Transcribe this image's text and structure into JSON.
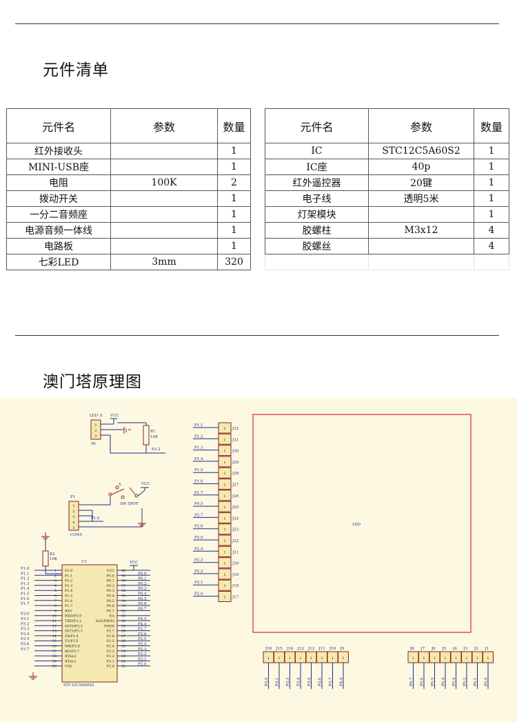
{
  "section1": {
    "title": "元件清单"
  },
  "section2": {
    "title": "澳门塔原理图"
  },
  "table_left": {
    "headers": [
      "元件名",
      "参数",
      "数量"
    ],
    "rows": [
      [
        "红外接收头",
        "",
        "1"
      ],
      [
        "MINI-USB座",
        "",
        "1"
      ],
      [
        "电阻",
        "100K",
        "2"
      ],
      [
        "拨动开关",
        "",
        "1"
      ],
      [
        "一分二音频座",
        "",
        "1"
      ],
      [
        "电源音频一体线",
        "",
        "1"
      ],
      [
        "电路板",
        "",
        "1"
      ],
      [
        "七彩LED",
        "3mm",
        "320"
      ]
    ]
  },
  "table_right": {
    "headers": [
      "元件名",
      "参数",
      "数量"
    ],
    "rows": [
      [
        "IC",
        "STC12C5A60S2",
        "1"
      ],
      [
        "IC座",
        "40p",
        "1"
      ],
      [
        "红外遥控器",
        "20键",
        "1"
      ],
      [
        "电子线",
        "透明5米",
        "1"
      ],
      [
        "灯架模块",
        "",
        "1"
      ],
      [
        "胶螺柱",
        "M3x12",
        "4"
      ],
      [
        "胶螺丝",
        "",
        "4"
      ],
      [
        "",
        "",
        ""
      ]
    ]
  },
  "schematic": {
    "colors": {
      "background": "#fdf8e2",
      "wire": "#1f2a8a",
      "part": "#8a1f1f",
      "body_fill": "#f4e9b0",
      "led_box": "#d9232e"
    },
    "power_block": {
      "connector": "LED_S",
      "vcc": "VCC",
      "res_name": "R1",
      "res_value": "10K",
      "net": "P3.2",
      "con_note": "IN",
      "pins": [
        "1",
        "2",
        "3"
      ]
    },
    "switch_block": {
      "switch_ref": "S",
      "switch_type": "SW SPDT",
      "vcc": "VCC",
      "header": "P1",
      "header_type": "CON5",
      "net": "P1.0",
      "pins": [
        "1",
        "2",
        "3",
        "4",
        "5"
      ]
    },
    "reset_block": {
      "res_name": "R2",
      "res_value": "10K"
    },
    "mcu": {
      "ref": "U1",
      "part": "STC12C5A60S2",
      "vcc": "VCC",
      "left_nets": [
        "P1.0",
        "P1.1",
        "P1.2",
        "P1.3",
        "P1.4",
        "P1.5",
        "P1.6",
        "P1.7",
        "",
        "P3.0",
        "P3.1",
        "P3.2",
        "P3.3",
        "P3.4",
        "P3.5",
        "P3.6",
        "P3.7",
        "",
        "",
        ""
      ],
      "left_pins": [
        "P1.0",
        "P1.1",
        "P1.2",
        "P1.3",
        "P1.4",
        "P1.5",
        "P1.6",
        "P1.7",
        "RST",
        "RXD/P3.0",
        "TXD/P3.1",
        "INT0/P3.2",
        "INT1/P3.3",
        "T0/P3.4",
        "T1/P3.5",
        "WR/P3.6",
        "RD/P3.7",
        "XTAL2",
        "XTAL1",
        "VSS"
      ],
      "right_pins": [
        "VCC",
        "P0.0",
        "P0.1",
        "P0.2",
        "P0.3",
        "P0.4",
        "P0.5",
        "P0.6",
        "P0.7",
        "EA",
        "ALE/PROG",
        "PSEN",
        "P2.7",
        "P2.6",
        "P2.5",
        "P2.4",
        "P2.3",
        "P2.2",
        "P2.1",
        "P2.0"
      ],
      "right_nets": [
        "",
        "P0.0",
        "P0.1",
        "P0.2",
        "P0.3",
        "P0.4",
        "P0.5",
        "P0.6",
        "P0.7",
        "",
        "P4.5",
        "P4.4",
        "P2.7",
        "P2.6",
        "P2.5",
        "P2.4",
        "P2.3",
        "P2.2",
        "P2.1",
        "P2.0"
      ]
    },
    "vertical_header": {
      "nets": [
        "P1.1",
        "P1.2",
        "P1.3",
        "P1.4",
        "P1.5",
        "P1.6",
        "P1.7",
        "P4.5",
        "P2.7",
        "P2.6",
        "P2.5",
        "P2.4",
        "P2.3",
        "P2.2",
        "P2.1",
        "P2.0"
      ],
      "refs": [
        "J32",
        "J31",
        "J30",
        "J29",
        "J28",
        "J27",
        "J26",
        "J25",
        "J24",
        "J23",
        "J22",
        "J21",
        "J20",
        "J19",
        "J18",
        "J17"
      ]
    },
    "led_block": {
      "label": "LED"
    },
    "bottom_header_left": {
      "refs": [
        "J16",
        "J15",
        "J14",
        "J13",
        "J12",
        "J11",
        "J10",
        "J9"
      ],
      "nets": [
        "P3.0",
        "P3.1",
        "P3.3",
        "P3.4",
        "P3.5",
        "P3.6",
        "P3.7",
        "P4.4"
      ]
    },
    "bottom_header_right": {
      "refs": [
        "J8",
        "J7",
        "J6",
        "J5",
        "J4",
        "J3",
        "J2",
        "J1"
      ],
      "nets": [
        "P0.7",
        "P0.6",
        "P0.5",
        "P0.4",
        "P0.3",
        "P0.2",
        "P0.1",
        "P0.0"
      ]
    }
  }
}
